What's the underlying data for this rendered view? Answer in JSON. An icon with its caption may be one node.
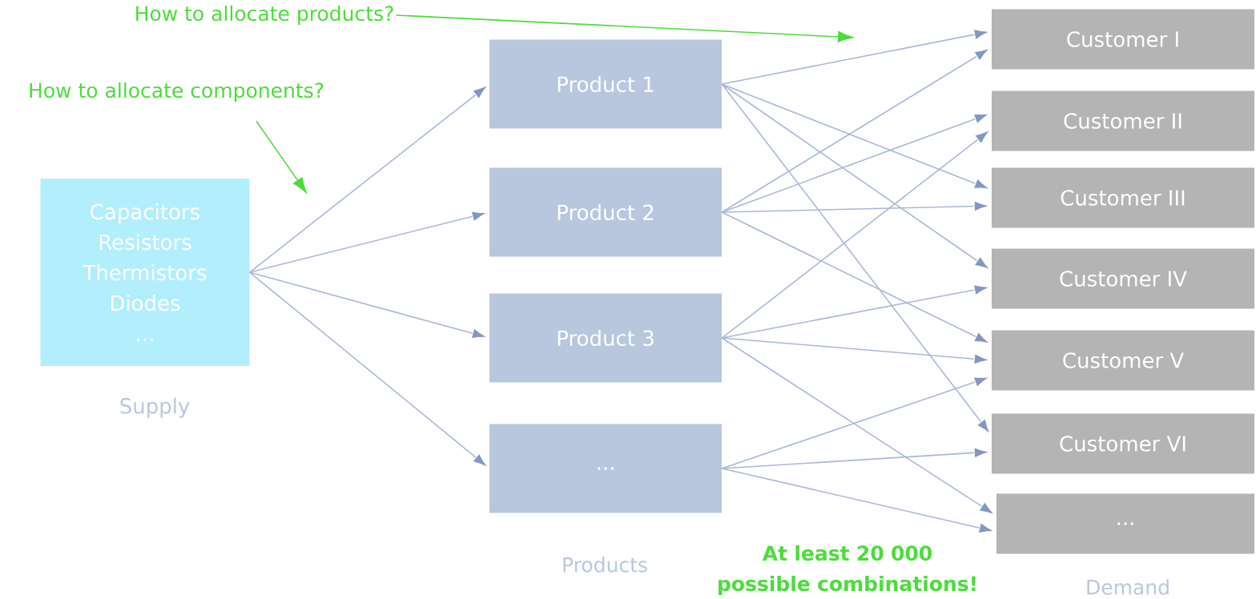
{
  "diagram": {
    "nodes": [
      {
        "text": [
          "Capacitors",
          "Resistors",
          "Thermistors",
          "Diodes",
          "..."
        ],
        "beside": [
          "Supply"
        ]
      },
      {
        "text": [
          "Product 1"
        ]
      },
      {
        "text": [
          "Product 2"
        ]
      },
      {
        "text": [
          "Product 3"
        ]
      },
      {
        "text": [
          "..."
        ]
      },
      {
        "text": [
          "Customer I"
        ]
      },
      {
        "text": [
          "Customer II"
        ]
      },
      {
        "text": [
          "Customer III"
        ]
      },
      {
        "text": [
          "Customer IV"
        ]
      },
      {
        "text": [
          "Customer V"
        ]
      },
      {
        "text": [
          "Customer VI"
        ]
      },
      {
        "text": [
          "..."
        ]
      },
      {
        "text": [
          "How to allocate products?"
        ]
      },
      {
        "text": [
          "How to allocate components?"
        ]
      }
    ],
    "edges": [
      {
        "from": 0,
        "to": 1,
        "arrow": "to"
      },
      {
        "from": 0,
        "to": 2,
        "arrow": "to"
      },
      {
        "from": 0,
        "to": 3,
        "arrow": "to"
      },
      {
        "from": 0,
        "to": 4,
        "arrow": "to"
      },
      {
        "from": 1,
        "to": 5,
        "arrow": "to"
      },
      {
        "from": 1,
        "to": 7,
        "arrow": "to"
      },
      {
        "from": 1,
        "to": 8,
        "arrow": "to"
      },
      {
        "from": 1,
        "to": 10,
        "arrow": "to"
      },
      {
        "from": 2,
        "to": 5,
        "arrow": "to"
      },
      {
        "from": 2,
        "to": 6,
        "arrow": "to"
      },
      {
        "from": 2,
        "to": 7,
        "arrow": "to"
      },
      {
        "from": 2,
        "to": 9,
        "arrow": "to"
      },
      {
        "from": 3,
        "to": 6,
        "arrow": "to"
      },
      {
        "from": 3,
        "to": 8,
        "arrow": "to"
      },
      {
        "from": 3,
        "to": 9,
        "arrow": "to"
      },
      {
        "from": 3,
        "to": 11,
        "arrow": "to"
      },
      {
        "from": 4,
        "to": 9,
        "arrow": "to"
      },
      {
        "from": 4,
        "to": 10,
        "arrow": "to"
      },
      {
        "from": 4,
        "to": 11,
        "arrow": "to"
      },
      {
        "from": 12,
        "to": null,
        "arrow": "to",
        "color": "#4cdc3a"
      },
      {
        "from": 13,
        "to": null,
        "arrow": "to",
        "color": "#4cdc3a"
      }
    ],
    "labels": [
      "Products",
      "At least 20 000 possible combinations!",
      "Demand"
    ]
  }
}
